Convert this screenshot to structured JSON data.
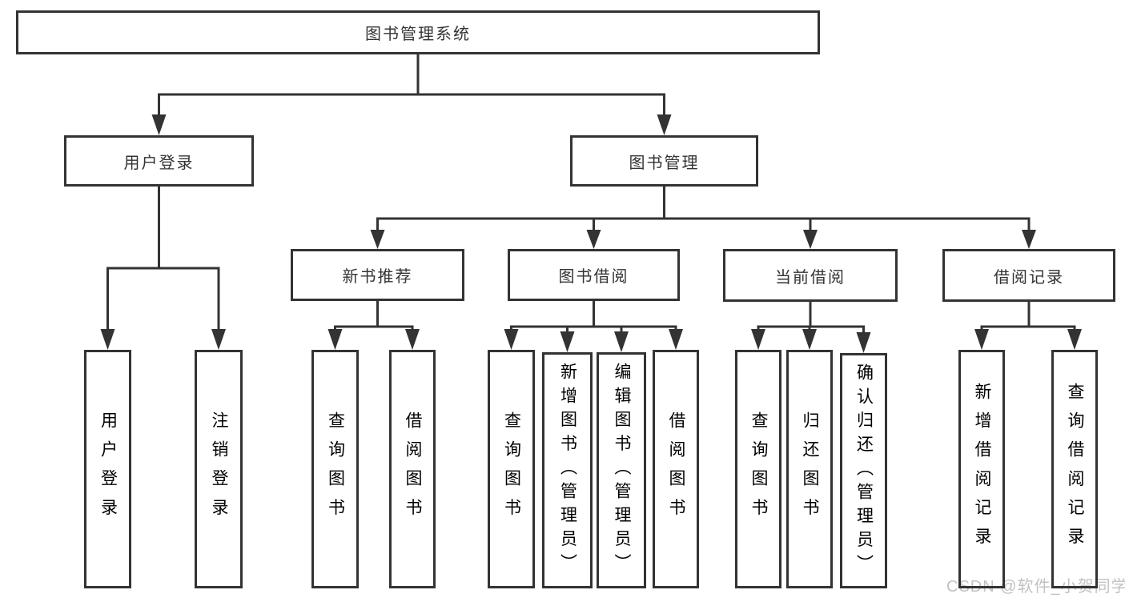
{
  "tree": {
    "label": "图书管理系统",
    "children": [
      {
        "label": "用户登录",
        "children": [
          {
            "label": "用户登录"
          },
          {
            "label": "注销登录"
          }
        ]
      },
      {
        "label": "图书管理",
        "children": [
          {
            "label": "新书推荐",
            "children": [
              {
                "label": "查询图书"
              },
              {
                "label": "借阅图书"
              }
            ]
          },
          {
            "label": "图书借阅",
            "children": [
              {
                "label": "查询图书"
              },
              {
                "label": "新增图书（管理员）"
              },
              {
                "label": "编辑图书（管理员）"
              },
              {
                "label": "借阅图书"
              }
            ]
          },
          {
            "label": "当前借阅",
            "children": [
              {
                "label": "查询图书"
              },
              {
                "label": "归还图书"
              },
              {
                "label": "确认归还（管理员）"
              }
            ]
          },
          {
            "label": "借阅记录",
            "children": [
              {
                "label": "新增借阅记录"
              },
              {
                "label": "查询借阅记录"
              }
            ]
          }
        ]
      }
    ]
  },
  "watermark": {
    "text": "CSDN @软件_小贺同学"
  },
  "colors": {
    "line": "#333333",
    "text": "#333333",
    "watermark": "#c2c2c2",
    "background": "#ffffff"
  }
}
